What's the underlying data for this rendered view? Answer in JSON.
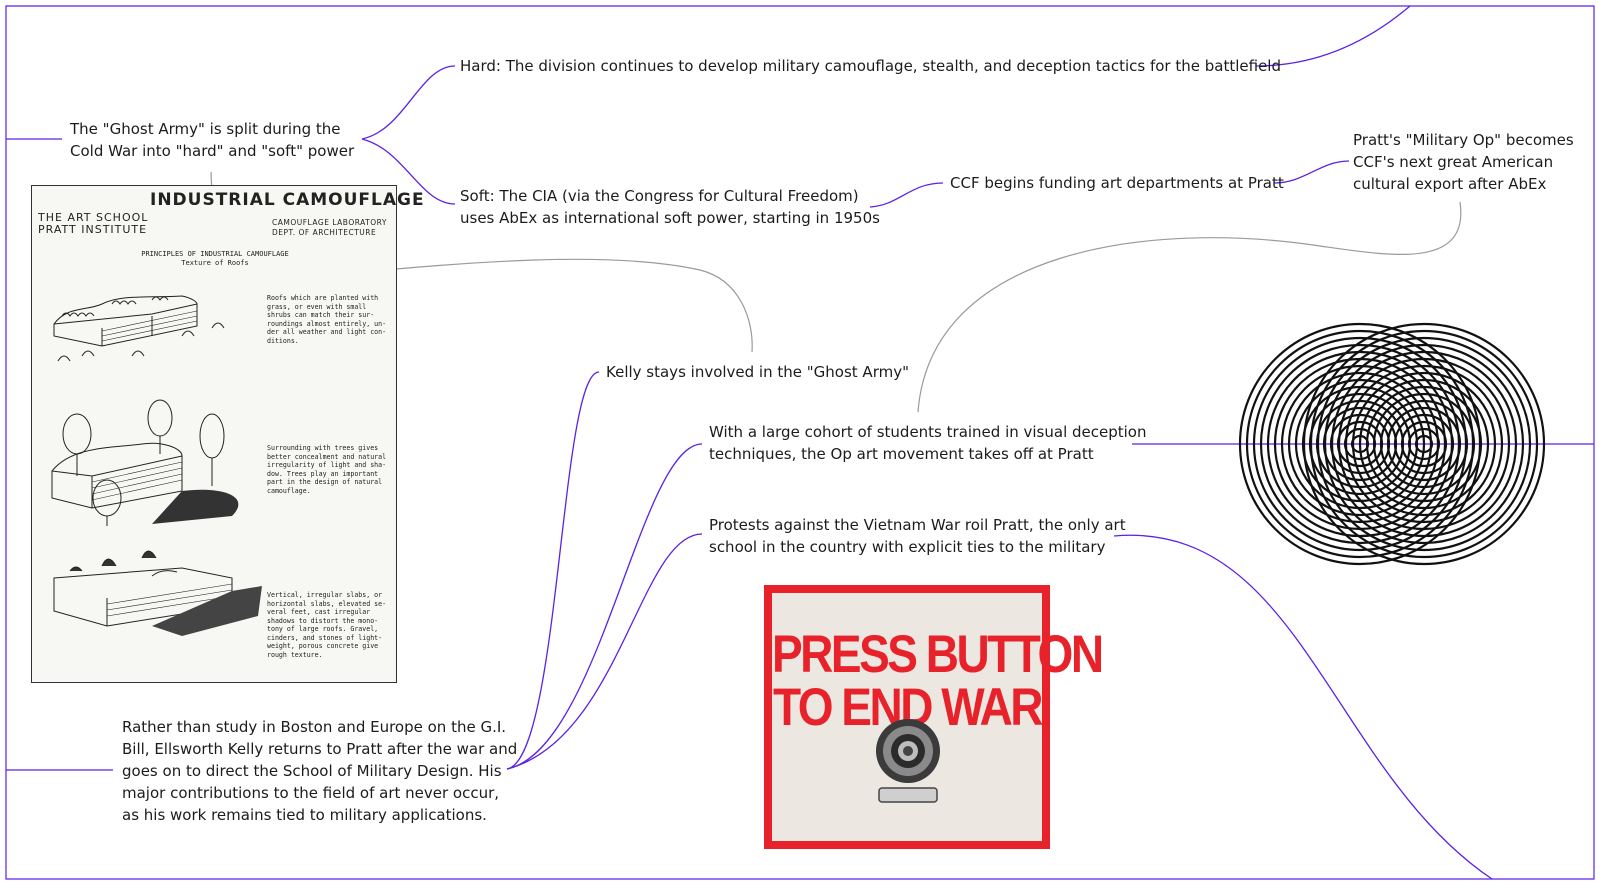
{
  "nodes": {
    "ghost_army_split": "The \"Ghost Army\" is split during the\nCold War into \"hard\" and \"soft\" power",
    "hard_power": "Hard: The division continues to develop military camouflage, stealth, and deception tactics for the battlefield",
    "soft_power": "Soft: The CIA (via the Congress for Cultural Freedom)\nuses AbEx as international soft power, starting in 1950s",
    "ccf_funding": "CCF begins funding art departments at Pratt",
    "military_op": "Pratt's \"Military Op\" becomes\nCCF's next great American\ncultural export after AbEx",
    "kelly_involved": "Kelly stays involved in the \"Ghost Army\"",
    "op_art": "With a large cohort of students trained in visual deception\ntechniques, the Op art movement takes off at Pratt",
    "vietnam_protests": "Protests against the Vietnam War roil Pratt, the only art\nschool in the country with explicit ties to the military",
    "kelly_returns": "Rather than study in Boston and Europe on the G.I.\nBill, Ellsworth Kelly returns to Pratt after the war and\ngoes on to direct the School of Military Design. His\nmajor contributions to the field of art never occur,\nas his work remains tied to military applications."
  },
  "camouflage_document": {
    "title": "INDUSTRIAL CAMOUFLAGE",
    "school": "THE ART SCHOOL\nPRATT INSTITUTE",
    "lab": "CAMOUFLAGE LABORATORY\nDEPT. OF ARCHITECTURE",
    "principles": "PRINCIPLES OF INDUSTRIAL CAMOUFLAGE\nTexture of Roofs",
    "para1": "Roofs which are planted with\ngrass, or even with small\nshrubs can match their sur-\nroundings almost entirely, un-\nder all weather and light con-\nditions.",
    "para2": "Surrounding with trees gives\nbetter concealment and natural\nirregularity of light and sha-\ndow. Trees play an important\npart in the design of natural\ncamouflage.",
    "para3": "Vertical, irregular slabs, or\nhorizontal slabs, elevated se-\nveral feet, cast irregular\nshadows to distort the mono-\ntony of large roofs. Gravel,\ncinders, and stones of light-\nweight, porous concrete give\nrough texture."
  },
  "poster": {
    "headline": "PRESS BUTTON\nTO END WAR"
  },
  "colors": {
    "link": "#5b21e6",
    "gray_link": "#9a9a9a",
    "poster_red": "#e8222a"
  }
}
